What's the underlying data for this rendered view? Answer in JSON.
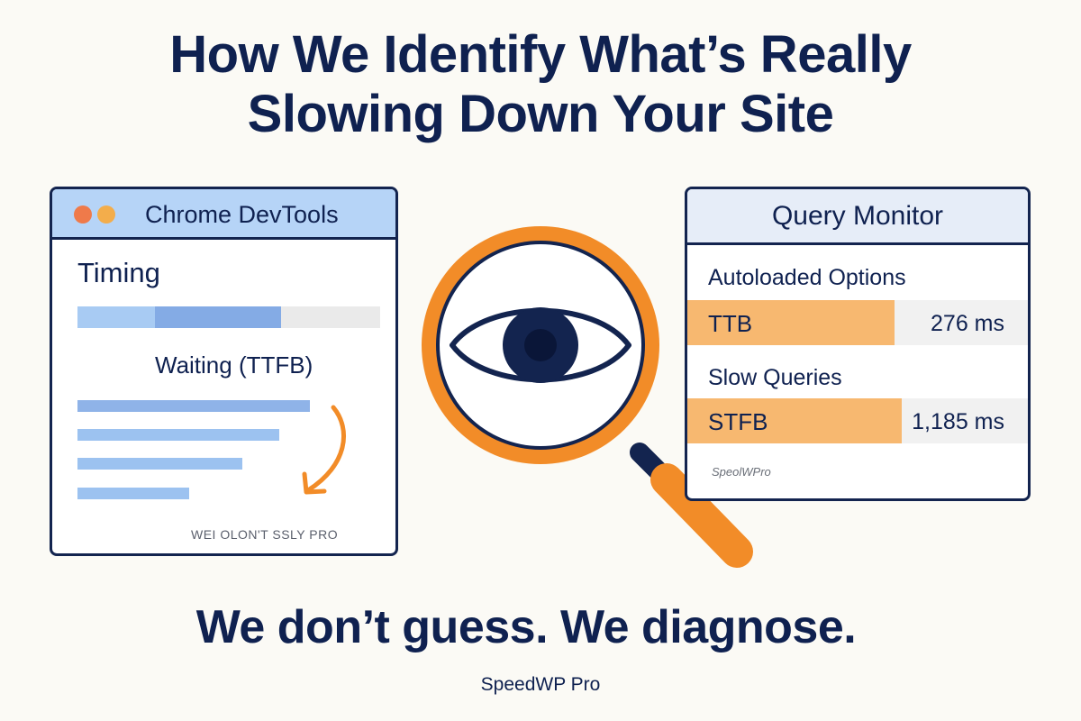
{
  "headline": {
    "line1": "How We Identify What’s Really",
    "line2": "Slowing Down Your Site"
  },
  "devtools_card": {
    "title": "Chrome DevTools",
    "timing_label": "Timing",
    "waiting_label": "Waiting (TTFB)",
    "watermark": "WEI OLON'T SSLY PRO"
  },
  "query_monitor_card": {
    "title": "Query Monitor",
    "sections": [
      {
        "label": "Autoloaded Options",
        "metric_name": "TTB",
        "metric_value": "276 ms"
      },
      {
        "label": "Slow Queries",
        "metric_name": "STFB",
        "metric_value": "1,185 ms"
      }
    ],
    "watermark": "SpeolWPro"
  },
  "tagline": "We don’t guess. We diagnose.",
  "brand": "SpeedWP Pro",
  "icons": {
    "center": "magnifying-glass-eye-icon",
    "window_dots": [
      "red-dot",
      "orange-dot"
    ],
    "arrow": "curved-arrow-icon"
  },
  "colors": {
    "navy": "#0f2150",
    "orange": "#f28c28",
    "light_blue": "#b6d4f7",
    "bar_orange": "#f7b870"
  }
}
